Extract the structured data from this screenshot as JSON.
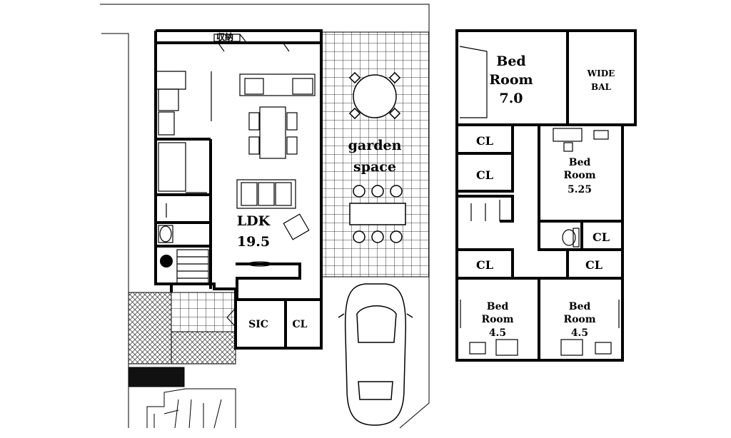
{
  "labels": {
    "storage_jp": "収納",
    "ldk_name": "LDK",
    "ldk_size": "19.5",
    "garden_line1": "garden",
    "garden_line2": "space",
    "sic": "SIC",
    "cl_entry": "CL",
    "bed1_line1": "Bed",
    "bed1_line2": "Room",
    "bed1_size": "7.0",
    "wide_bal_line1": "WIDE",
    "wide_bal_line2": "BAL",
    "cl_a": "CL",
    "cl_b": "CL",
    "bed2_line1": "Bed",
    "bed2_line2": "Room",
    "bed2_size": "5.25",
    "cl_c": "CL",
    "cl_d": "CL",
    "cl_e": "CL",
    "bed3_line1": "Bed",
    "bed3_line2": "Room",
    "bed3_size": "4.5",
    "bed4_line1": "Bed",
    "bed4_line2": "Room",
    "bed4_size": "4.5"
  }
}
